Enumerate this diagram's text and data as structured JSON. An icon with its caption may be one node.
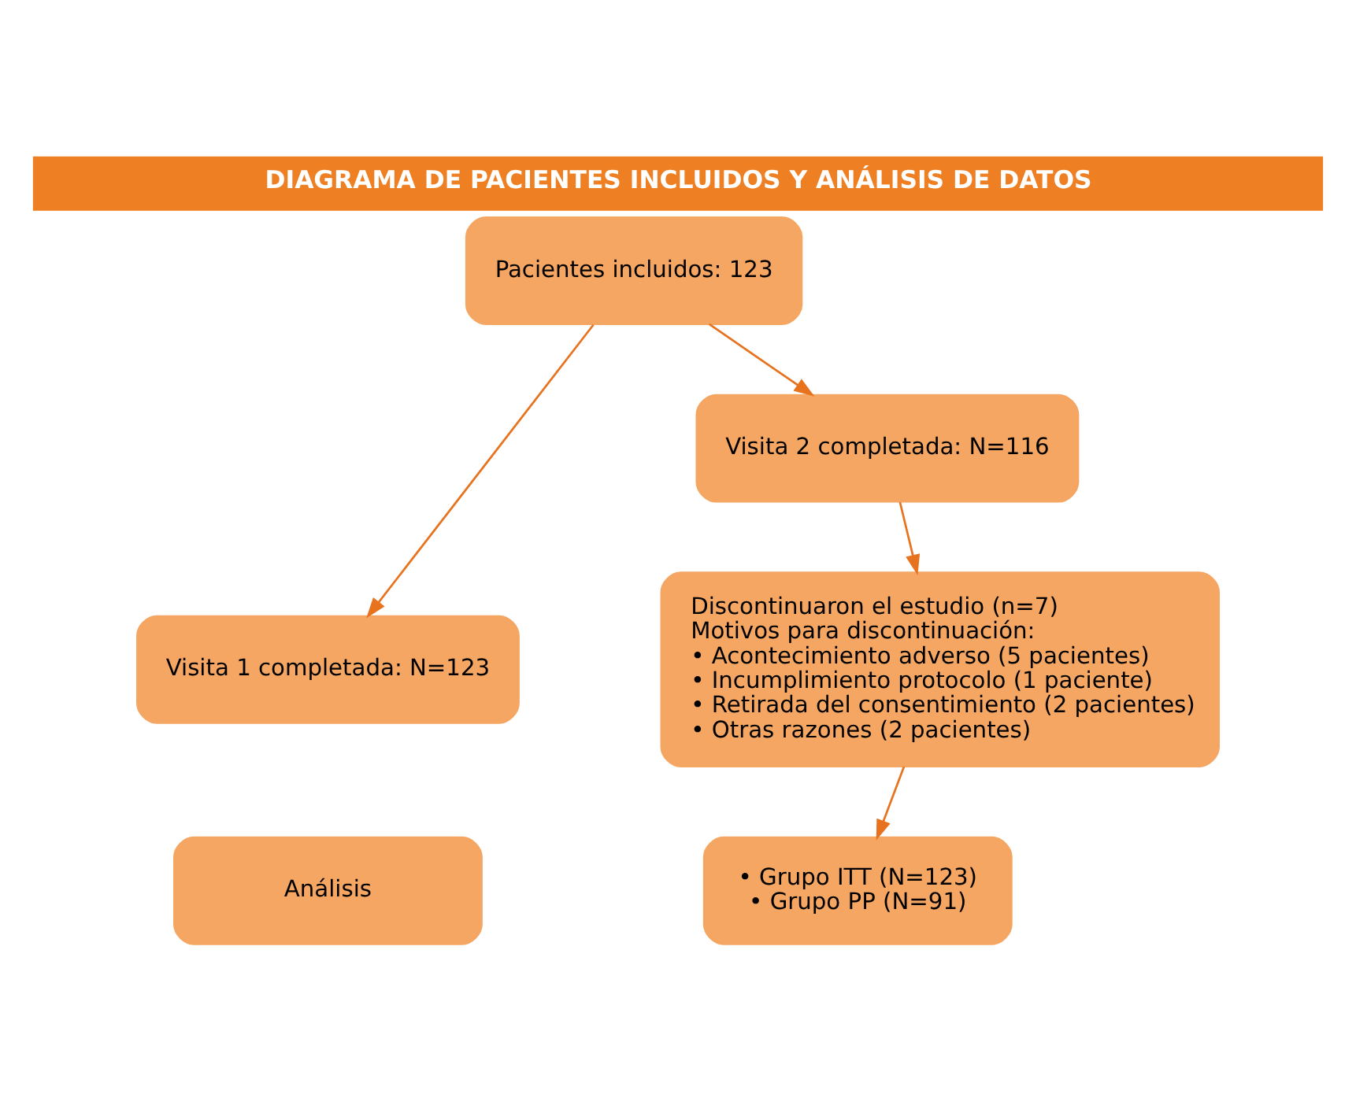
{
  "diagram": {
    "title": "DIAGRAMA DE PACIENTES INCLUIDOS Y ANÁLISIS DE DATOS",
    "nodes": [
      {
        "text": [
          "Pacientes incluidos: 123"
        ]
      },
      {
        "text": [
          "Visita 1 completada: N=123"
        ]
      },
      {
        "text": [
          "Visita 2 completada: N=116"
        ]
      },
      {
        "text": [
          "Discontinuaron el estudio (n=7)",
          "Motivos para discontinuación:",
          "• Acontecimiento adverso (5 pacientes)",
          "• Incumplimiento protocolo (1 paciente)",
          "• Retirada del consentimiento (2 pacientes)",
          "• Otras razones (2 pacientes)"
        ]
      },
      {
        "text": [
          "Análisis"
        ]
      },
      {
        "text": [
          "• Grupo ITT (N=123)",
          "• Grupo PP (N=91)"
        ]
      }
    ],
    "edges": [
      {
        "from": 0,
        "to": 1,
        "arrow": "to"
      },
      {
        "from": 0,
        "to": 2,
        "arrow": "to"
      },
      {
        "from": 2,
        "to": 3,
        "arrow": "to"
      },
      {
        "from": 3,
        "to": 5,
        "arrow": "to"
      }
    ]
  }
}
